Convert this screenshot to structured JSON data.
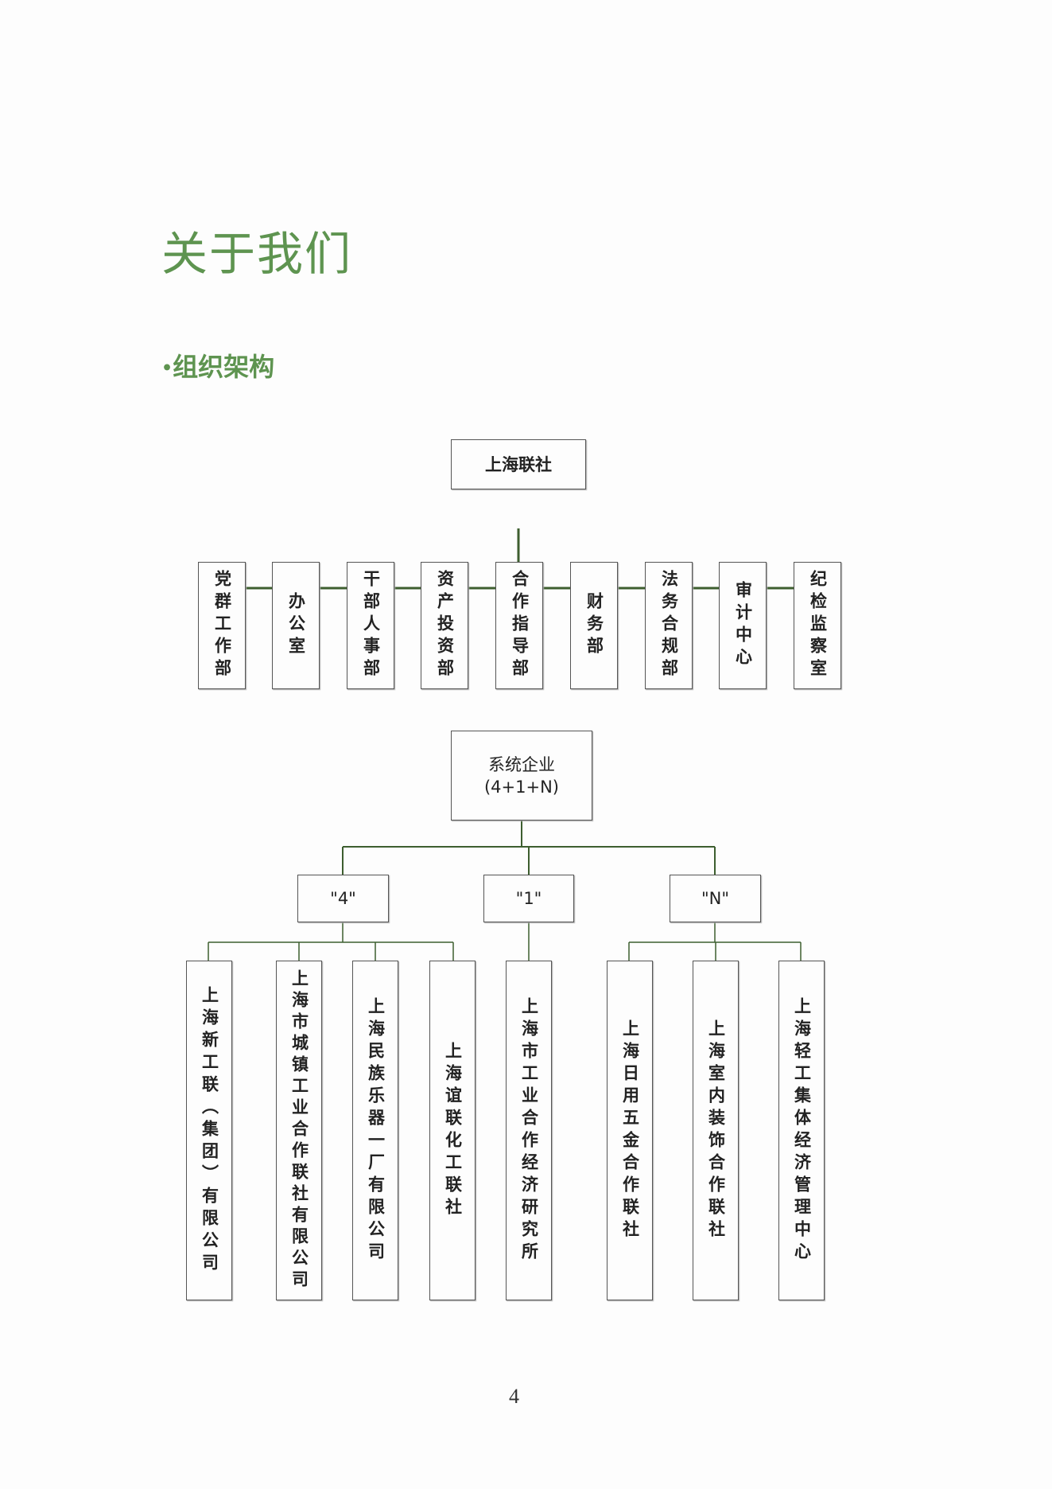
{
  "page_title": "关于我们",
  "section": {
    "bullet": "•",
    "title": "组织架构"
  },
  "org_top": {
    "root": "上海联社",
    "departments": [
      "党群工作部",
      "办公室",
      "干部人事部",
      "资产投资部",
      "合作指导部",
      "财务部",
      "法务合规部",
      "审计中心",
      "纪检监察室"
    ]
  },
  "org_enterprises": {
    "root_line1": "系统企业",
    "root_line2": "(4+1+N)",
    "groups": [
      {
        "label": "\"4\"",
        "members": [
          "上海新工联（集团）有限公司",
          "上海市城镇工业合作联社有限公司",
          "上海民族乐器一厂有限公司",
          "上海谊联化工联社"
        ]
      },
      {
        "label": "\"1\"",
        "members": [
          "上海市工业合作经济研究所"
        ]
      },
      {
        "label": "\"N\"",
        "members": [
          "上海日用五金合作联社",
          "上海室内装饰合作联社",
          "上海轻工集体经济管理中心"
        ]
      }
    ]
  },
  "page_number": "4",
  "colors": {
    "title": "#5e9450",
    "line": "#3d5e2f",
    "border": "#555555"
  }
}
